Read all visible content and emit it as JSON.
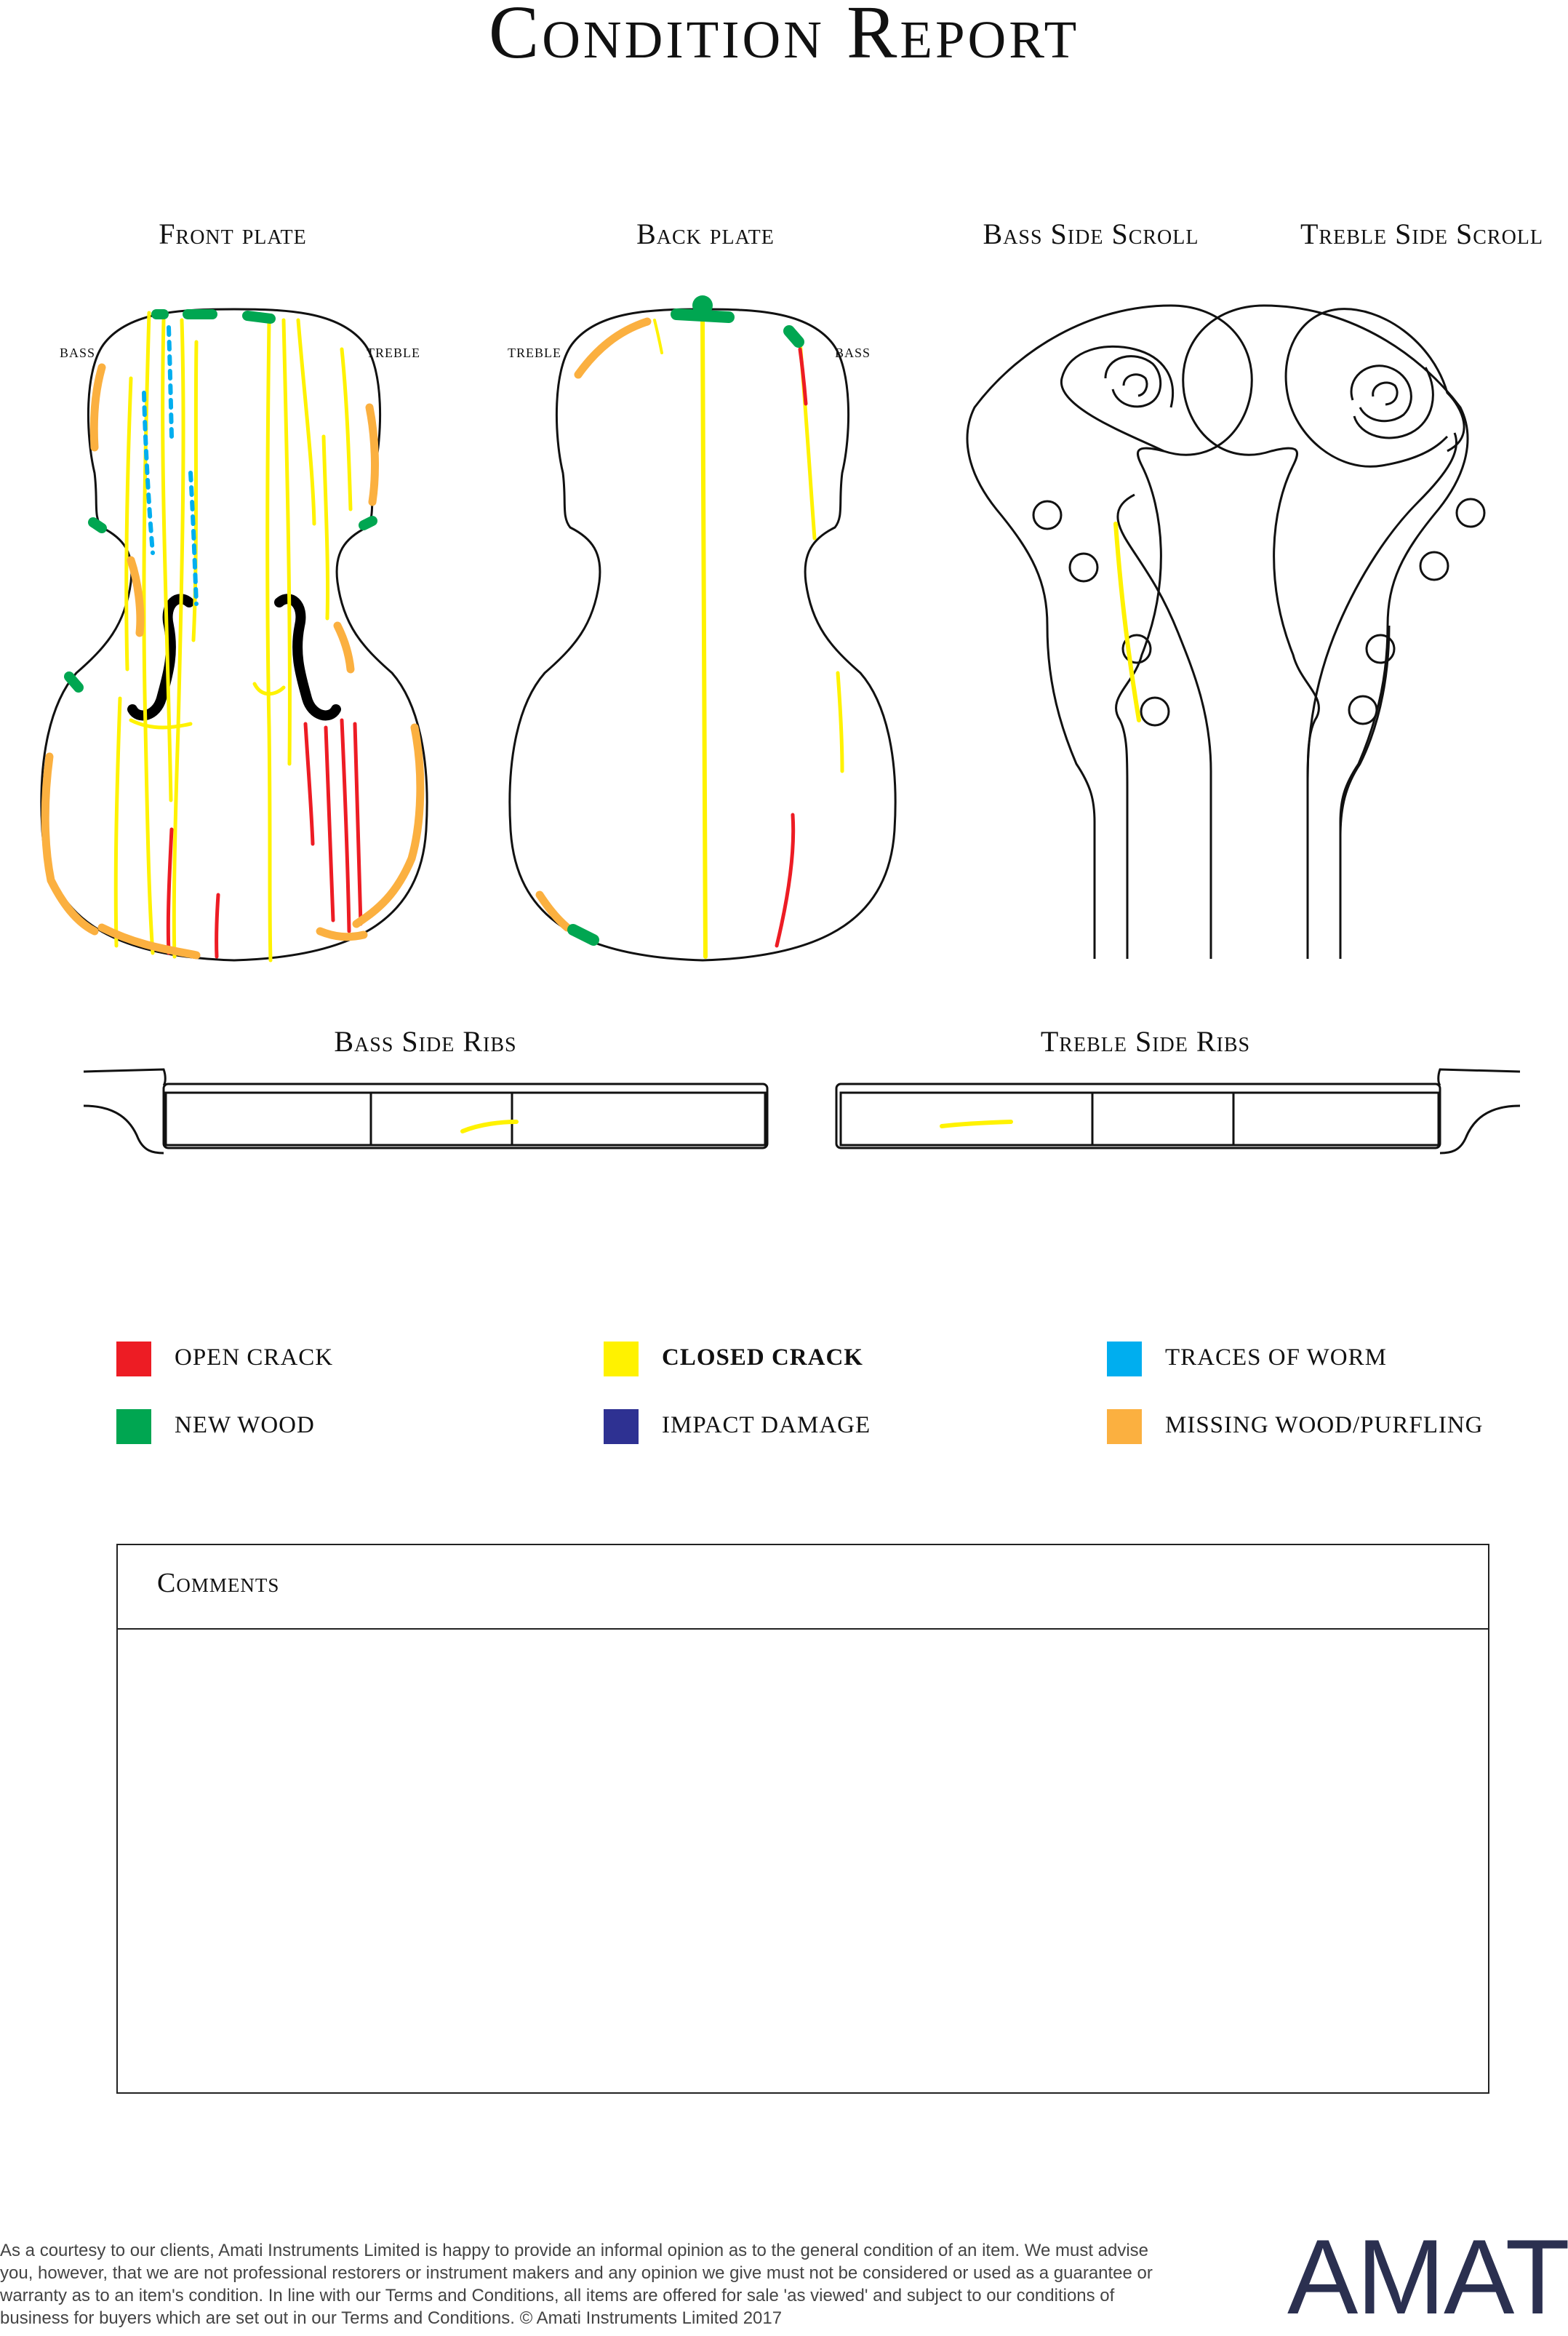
{
  "title": "Condition Report",
  "views": {
    "front_plate": "Front plate",
    "back_plate": "Back plate",
    "bass_side_scroll": "Bass Side Scroll",
    "treble_side_scroll": "Treble Side Scroll",
    "bass_side_ribs": "Bass Side Ribs",
    "treble_side_ribs": "Treble Side Ribs"
  },
  "side_labels": {
    "front_left": "bass",
    "front_right": "treble",
    "back_left": "treble",
    "back_right": "bass"
  },
  "legend": [
    {
      "label": "open crack",
      "color": "#ed1c24"
    },
    {
      "label": "closed crack",
      "color": "#fff200"
    },
    {
      "label": "traces of worm",
      "color": "#00aeef"
    },
    {
      "label": "new wood",
      "color": "#00a651"
    },
    {
      "label": "impact damage",
      "color": "#2e3192"
    },
    {
      "label": "missing wood/purfling",
      "color": "#fbb040"
    }
  ],
  "comments": {
    "title": "Comments",
    "text": ""
  },
  "disclaimer": "As a courtesy to our clients, Amati Instruments Limited is happy to provide an informal opinion as to the general condition of an item. We must advise you, however, that we are not professional restorers or instrument makers and any opinion we give must not be considered or used as a guarantee or warranty as to an item's condition. In line with our Terms and Conditions, all items are offered for sale 'as viewed' and subject to our conditions of business for buyers which are set out in our Terms and Conditions. © Amati Instruments Limited 2017",
  "logo": "AMATI"
}
